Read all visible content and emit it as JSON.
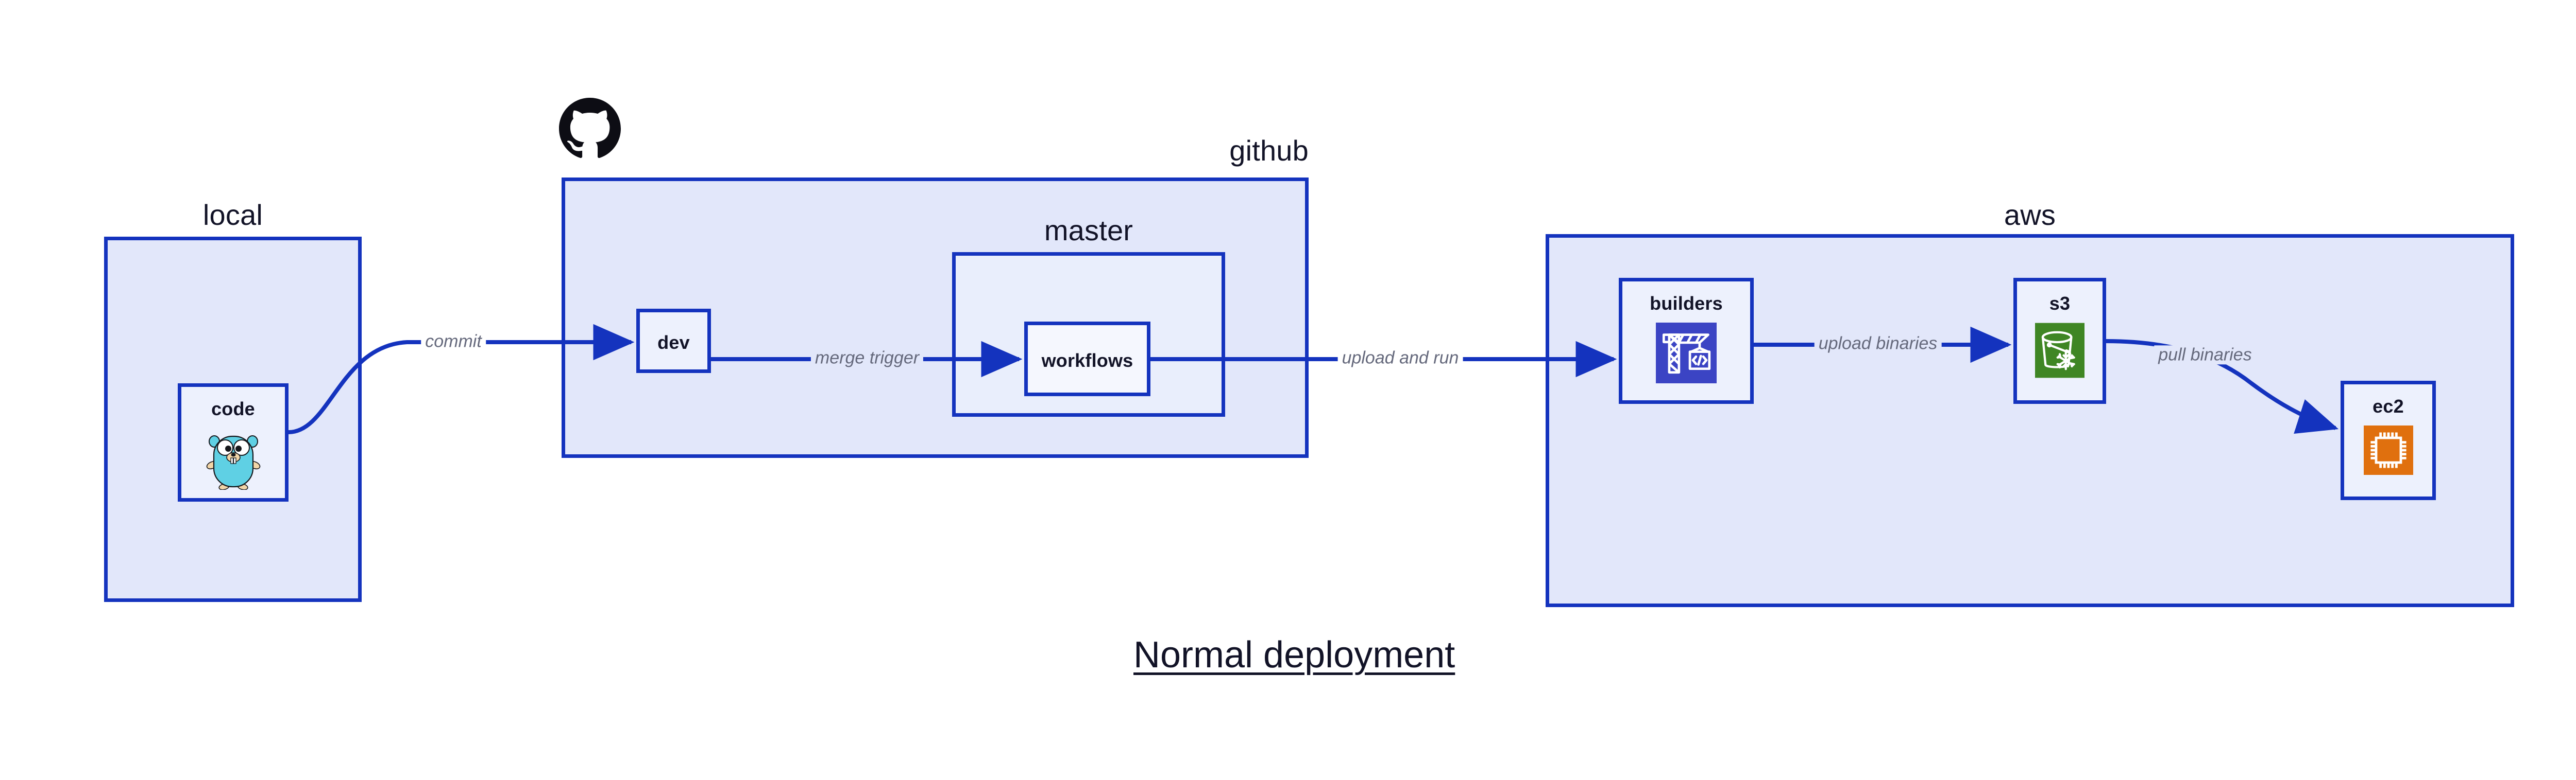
{
  "diagram": {
    "caption": "Normal deployment",
    "accent_border": "#1433BE",
    "group_fill": "#E2E7FA",
    "subgroup_fill": "#E9EEFC",
    "node_fill": "#EDF1FD",
    "label_color": "#65697C",
    "text_color": "#121327"
  },
  "groups": {
    "local": {
      "label": "local"
    },
    "github": {
      "label": "github"
    },
    "master": {
      "label": "master"
    },
    "aws": {
      "label": "aws"
    }
  },
  "nodes": {
    "code": {
      "label": "code",
      "icon": "go-gopher-icon"
    },
    "dev": {
      "label": "dev",
      "icon": "none"
    },
    "workflows": {
      "label": "workflows",
      "icon": "none"
    },
    "builders": {
      "label": "builders",
      "icon": "crane-code-icon",
      "icon_color": "#3B44C4"
    },
    "s3": {
      "label": "s3",
      "icon": "bucket-snowflake-icon",
      "icon_color": "#3F8624"
    },
    "ec2": {
      "label": "ec2",
      "icon": "cpu-chip-icon",
      "icon_color": "#E0700E"
    }
  },
  "edges": [
    {
      "id": "commit",
      "from": "code",
      "to": "dev",
      "label": "commit"
    },
    {
      "id": "merge-trigger",
      "from": "dev",
      "to": "workflows",
      "label": "merge trigger"
    },
    {
      "id": "upload-run",
      "from": "workflows",
      "to": "builders",
      "label": "upload and run"
    },
    {
      "id": "upload-bin",
      "from": "builders",
      "to": "s3",
      "label": "upload binaries"
    },
    {
      "id": "pull-bin",
      "from": "s3",
      "to": "ec2",
      "label": "pull binaries"
    }
  ],
  "logos": {
    "github": "github-octocat-logo"
  }
}
